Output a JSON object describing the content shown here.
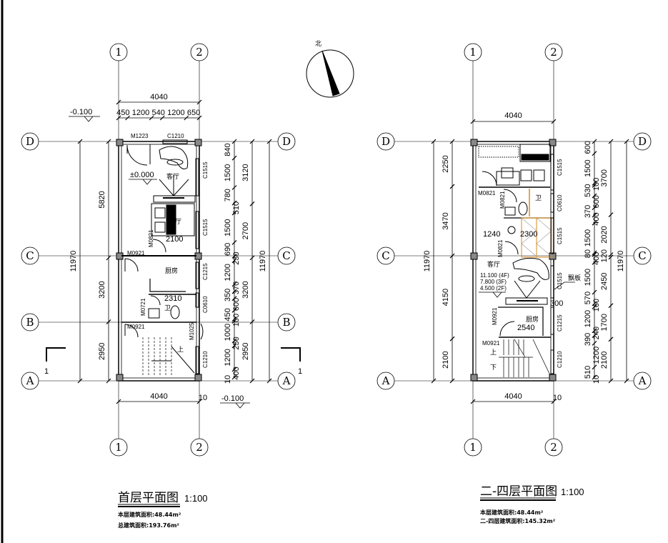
{
  "compass": {
    "north_label": "北"
  },
  "axes": {
    "col": [
      "1",
      "2"
    ],
    "row": [
      "D",
      "C",
      "B",
      "A"
    ]
  },
  "ground_floor": {
    "title": "首层平面图",
    "scale": "1:100",
    "area_this_floor": "本层建筑面积:48.44m²",
    "area_total": "总建筑面积:193.76m²",
    "section_mark": "1",
    "elevations": {
      "outside_top": "-0.100",
      "indoor": "±0.000",
      "outside_bottom": "-0.100"
    },
    "rooms": {
      "living": "客厅",
      "dining": "餐厅",
      "kitchen": "厨房",
      "bath": "卫",
      "stair_up": "上"
    },
    "openings": {
      "m1223": "M1223",
      "c1210_top": "C1210",
      "c1515_a": "C1515",
      "c1515_b": "C1515",
      "m0821": "M0821",
      "m0921_a": "M0921",
      "c1215": "C1215",
      "m0721": "M0721",
      "c0610": "C0610",
      "m0921_b": "M0921",
      "m1025": "M1025",
      "c1210_side": "C1210"
    },
    "inner_dims": {
      "d2100": "2100",
      "d2310": "2310"
    },
    "dims": {
      "top_total": [
        "4040"
      ],
      "top_segments": [
        "450",
        "1200",
        "540",
        "1200",
        "650"
      ],
      "bottom": [
        "4040",
        "10"
      ],
      "left_total": [
        "11970"
      ],
      "left_segments": [
        "5820",
        "3200",
        "2950"
      ],
      "right_small": [
        "840",
        "1500",
        "780",
        "510",
        "1500",
        "690",
        "230",
        "1200",
        "370",
        "350",
        "600",
        "450",
        "100",
        "1000",
        "250",
        "1200",
        "400"
      ],
      "right_small_extra": "10",
      "right_mid": [
        "3120",
        "2700",
        "3200",
        "2950"
      ],
      "right_total": [
        "11970"
      ]
    }
  },
  "upper_floors": {
    "title": "二-四层平面图",
    "scale": "1:100",
    "area_this_floor": "本层建筑面积:48.44m²",
    "area_total": "二-四层建筑面积:145.32m²",
    "elevations": [
      "11.100 (4F)",
      "7.800 (3F)",
      "4.500 (2F)"
    ],
    "rooms": {
      "bath": "卫",
      "living": "客厅",
      "kitchen": "厨房",
      "stair_up": "上",
      "stair_down": "下"
    },
    "canopy": "飘板",
    "canopy_dim": "300",
    "openings": {
      "m0821_a": "M0821",
      "m0821_b": "M0821",
      "c1515_a": "C1515",
      "c0610": "C0610",
      "m0821_c": "M0821",
      "c1515_b": "C1515",
      "c1515_c": "C1515",
      "c1215": "C1215",
      "m0921_a": "M0921",
      "m0921_b": "M0921",
      "c1210": "C1210"
    },
    "inner_dims": {
      "d1240": "1240",
      "d2300": "2300",
      "d2540": "2540"
    },
    "dims": {
      "top_total": [
        "4040"
      ],
      "bottom": [
        "4040",
        "10"
      ],
      "left_total": [
        "11970"
      ],
      "left_segments": [
        "2250",
        "3470",
        "4150",
        "2100"
      ],
      "right_small": [
        "600",
        "1500",
        "100",
        "530",
        "600",
        "370",
        "400",
        "1500",
        "80",
        "400",
        "1500",
        "570",
        "160",
        "1200",
        "240",
        "390",
        "1200",
        "510"
      ],
      "right_small_extra": "10",
      "right_mid": [
        "3700",
        "2020",
        "120",
        "2450",
        "1700",
        "2100"
      ],
      "right_total": [
        "11970"
      ]
    }
  }
}
